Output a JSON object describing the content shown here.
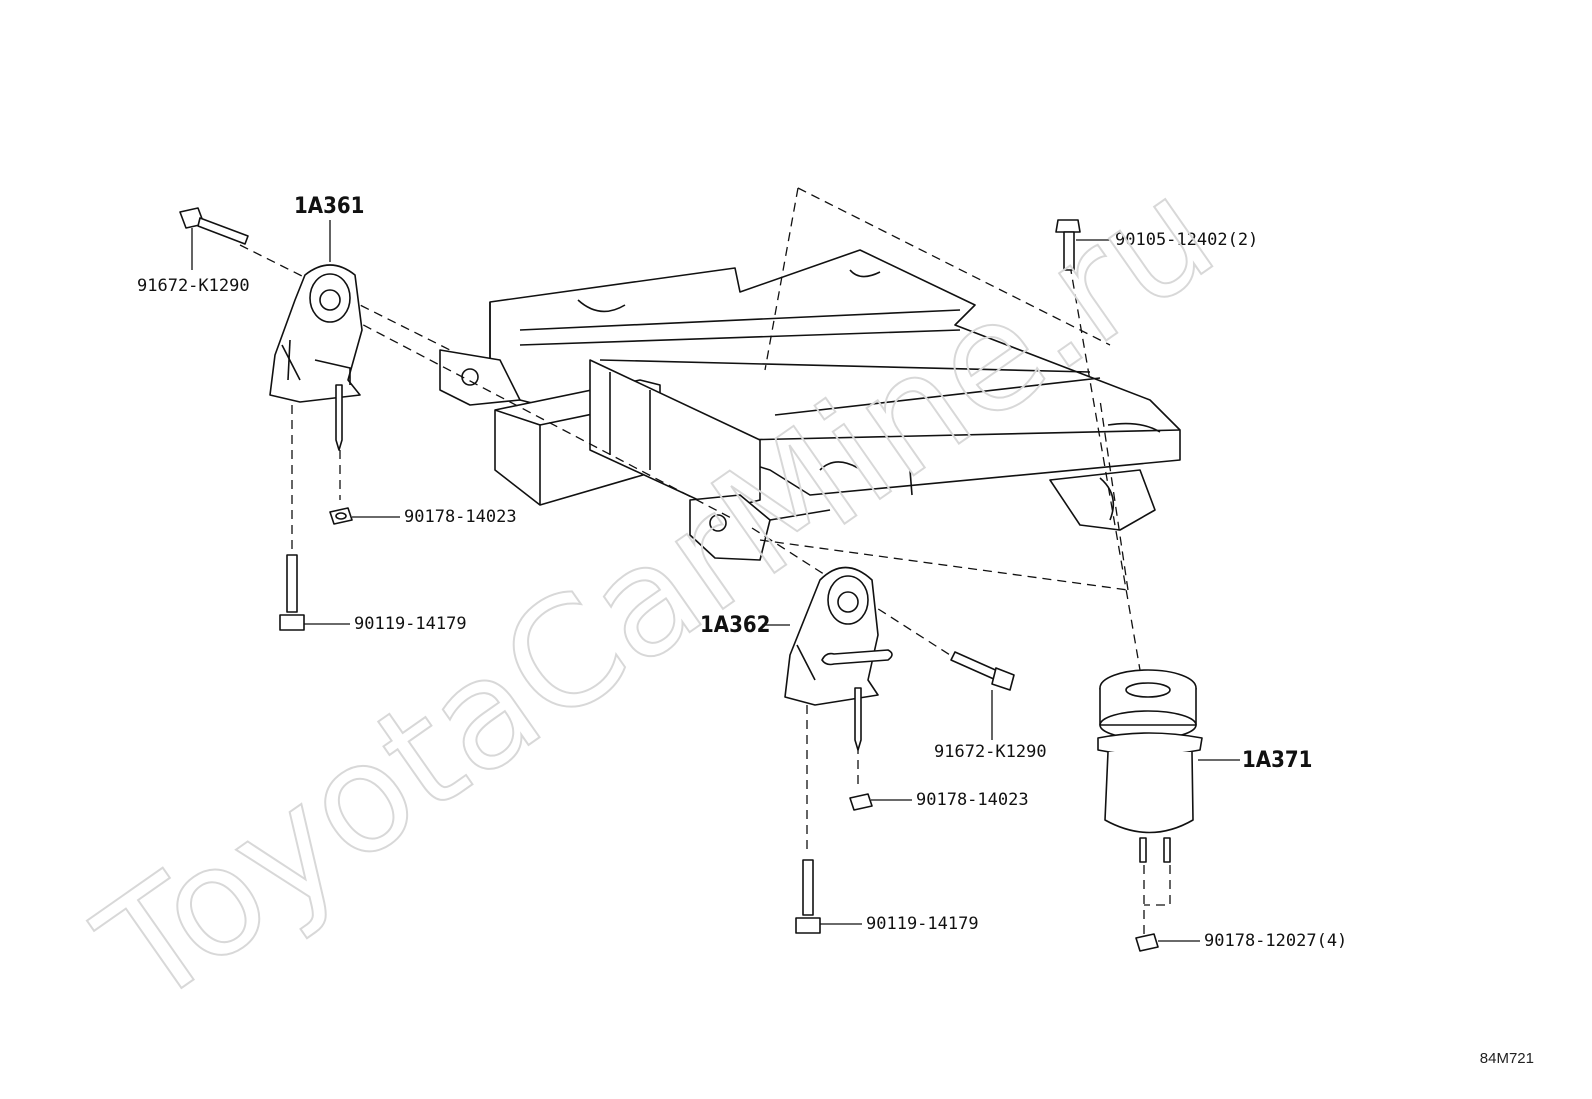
{
  "watermark": "ToyotaCarMine.ru",
  "diagram_code": "84M721",
  "callouts": {
    "mount_rh": "1A361",
    "mount_lh": "1A362",
    "mount_front": "1A371",
    "bolt_rh_upper": "91672-K1290",
    "nut_rh": "90178-14023",
    "bolt_rh_lower": "90119-14179",
    "bolt_lh_side": "91672-K1290",
    "nut_lh": "90178-14023",
    "bolt_lh_lower": "90119-14179",
    "bolt_top": "90105-12402(2)",
    "nut_front": "90178-12027(4)"
  },
  "colors": {
    "line": "#111111",
    "watermark": "#d8d8d8",
    "background": "#ffffff"
  }
}
